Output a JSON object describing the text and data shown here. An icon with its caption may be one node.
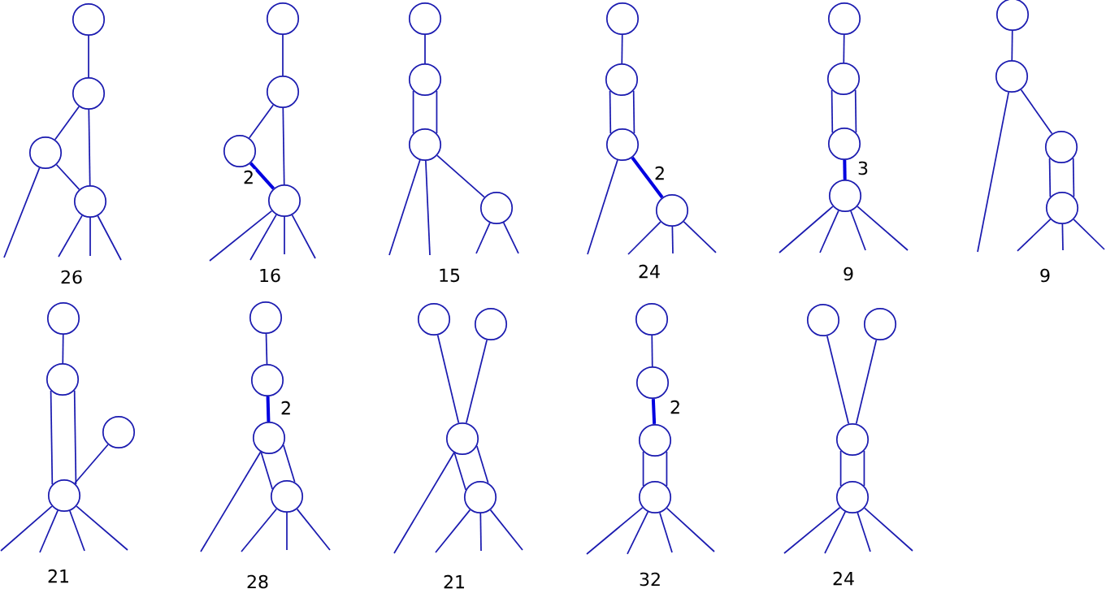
{
  "diagram": {
    "nodes": [
      {
        "text": [],
        "shape": "circle"
      },
      {
        "text": [],
        "shape": "circle"
      },
      {
        "text": [],
        "shape": "circle"
      },
      {
        "text": [],
        "shape": "circle"
      },
      {
        "text": [],
        "shape": "circle"
      },
      {
        "text": [],
        "shape": "circle"
      },
      {
        "text": [],
        "shape": "circle"
      },
      {
        "text": [],
        "shape": "circle"
      },
      {
        "text": [],
        "shape": "circle"
      },
      {
        "text": [],
        "shape": "circle"
      },
      {
        "text": [],
        "shape": "circle"
      },
      {
        "text": [],
        "shape": "circle"
      },
      {
        "text": [],
        "shape": "circle"
      },
      {
        "text": [],
        "shape": "circle"
      },
      {
        "text": [],
        "shape": "circle"
      },
      {
        "text": [],
        "shape": "circle"
      },
      {
        "text": [],
        "shape": "circle"
      },
      {
        "text": [],
        "shape": "circle"
      },
      {
        "text": [],
        "shape": "circle"
      },
      {
        "text": [],
        "shape": "circle"
      },
      {
        "text": [],
        "shape": "circle"
      },
      {
        "text": [],
        "shape": "circle"
      },
      {
        "text": [],
        "shape": "circle"
      },
      {
        "text": [],
        "shape": "circle"
      },
      {
        "text": [],
        "shape": "circle"
      },
      {
        "text": [],
        "shape": "circle"
      },
      {
        "text": [],
        "shape": "circle"
      },
      {
        "text": [],
        "shape": "circle"
      },
      {
        "text": [],
        "shape": "circle"
      },
      {
        "text": [],
        "shape": "circle"
      },
      {
        "text": [],
        "shape": "circle"
      },
      {
        "text": [],
        "shape": "circle"
      },
      {
        "text": [],
        "shape": "circle"
      },
      {
        "text": [],
        "shape": "circle"
      },
      {
        "text": [],
        "shape": "circle"
      },
      {
        "text": [],
        "shape": "circle"
      },
      {
        "text": [],
        "shape": "circle"
      },
      {
        "text": [],
        "shape": "circle"
      },
      {
        "text": [],
        "shape": "circle"
      },
      {
        "text": [],
        "shape": "circle"
      },
      {
        "text": [],
        "shape": "circle"
      },
      {
        "text": [],
        "shape": "circle"
      },
      {
        "text": [],
        "shape": "circle"
      },
      {
        "text": [],
        "shape": "circle"
      }
    ],
    "edges": [
      {
        "from": 0,
        "to": 1,
        "arrow": "none"
      },
      {
        "from": 1,
        "to": 2,
        "arrow": "none"
      },
      {
        "from": 1,
        "to": 3,
        "arrow": "none"
      },
      {
        "from": 2,
        "to": 3,
        "arrow": "none"
      },
      {
        "from": 2,
        "to": null,
        "arrow": "none"
      },
      {
        "from": 3,
        "to": null,
        "arrow": "none"
      },
      {
        "from": 3,
        "to": null,
        "arrow": "none"
      },
      {
        "from": 3,
        "to": null,
        "arrow": "none"
      },
      {
        "from": 4,
        "to": 5,
        "arrow": "none"
      },
      {
        "from": 5,
        "to": 6,
        "arrow": "none"
      },
      {
        "from": 5,
        "to": 7,
        "arrow": "none"
      },
      {
        "from": 6,
        "to": 7,
        "arrow": "none",
        "label": "2",
        "style": "thick",
        "color": "#0000e0"
      },
      {
        "from": 7,
        "to": null,
        "arrow": "none"
      },
      {
        "from": 7,
        "to": null,
        "arrow": "none"
      },
      {
        "from": 7,
        "to": null,
        "arrow": "none"
      },
      {
        "from": 7,
        "to": null,
        "arrow": "none"
      },
      {
        "from": 8,
        "to": 9,
        "arrow": "none"
      },
      {
        "from": 9,
        "to": 10,
        "arrow": "none"
      },
      {
        "from": 9,
        "to": 10,
        "arrow": "none"
      },
      {
        "from": 10,
        "to": 11,
        "arrow": "none"
      },
      {
        "from": 10,
        "to": null,
        "arrow": "none"
      },
      {
        "from": 10,
        "to": null,
        "arrow": "none"
      },
      {
        "from": 11,
        "to": null,
        "arrow": "none"
      },
      {
        "from": 11,
        "to": null,
        "arrow": "none"
      },
      {
        "from": 12,
        "to": 13,
        "arrow": "none"
      },
      {
        "from": 13,
        "to": 14,
        "arrow": "none"
      },
      {
        "from": 13,
        "to": 14,
        "arrow": "none"
      },
      {
        "from": 14,
        "to": 15,
        "arrow": "none",
        "label": "2",
        "style": "thick",
        "color": "#0000e0"
      },
      {
        "from": 14,
        "to": null,
        "arrow": "none"
      },
      {
        "from": 15,
        "to": null,
        "arrow": "none"
      },
      {
        "from": 15,
        "to": null,
        "arrow": "none"
      },
      {
        "from": 15,
        "to": null,
        "arrow": "none"
      },
      {
        "from": 16,
        "to": 17,
        "arrow": "none"
      },
      {
        "from": 17,
        "to": 18,
        "arrow": "none"
      },
      {
        "from": 17,
        "to": 18,
        "arrow": "none"
      },
      {
        "from": 18,
        "to": 19,
        "arrow": "none",
        "label": "3",
        "style": "thick",
        "color": "#0000e0"
      },
      {
        "from": 19,
        "to": null,
        "arrow": "none"
      },
      {
        "from": 19,
        "to": null,
        "arrow": "none"
      },
      {
        "from": 19,
        "to": null,
        "arrow": "none"
      },
      {
        "from": 19,
        "to": null,
        "arrow": "none"
      },
      {
        "from": 20,
        "to": 21,
        "arrow": "none"
      },
      {
        "from": 21,
        "to": 22,
        "arrow": "none"
      },
      {
        "from": 22,
        "to": 23,
        "arrow": "none"
      },
      {
        "from": 22,
        "to": 23,
        "arrow": "none"
      },
      {
        "from": 21,
        "to": null,
        "arrow": "none"
      },
      {
        "from": 23,
        "to": null,
        "arrow": "none"
      },
      {
        "from": 23,
        "to": null,
        "arrow": "none"
      },
      {
        "from": 23,
        "to": null,
        "arrow": "none"
      },
      {
        "from": 24,
        "to": 25,
        "arrow": "none"
      },
      {
        "from": 25,
        "to": 27,
        "arrow": "none"
      },
      {
        "from": 25,
        "to": 27,
        "arrow": "none"
      },
      {
        "from": 26,
        "to": 27,
        "arrow": "none"
      },
      {
        "from": 27,
        "to": null,
        "arrow": "none"
      },
      {
        "from": 27,
        "to": null,
        "arrow": "none"
      },
      {
        "from": 27,
        "to": null,
        "arrow": "none"
      },
      {
        "from": 27,
        "to": null,
        "arrow": "none"
      },
      {
        "from": 28,
        "to": 29,
        "arrow": "none"
      },
      {
        "from": 29,
        "to": 30,
        "arrow": "none",
        "label": "2",
        "style": "thick",
        "color": "#0000e0"
      },
      {
        "from": 30,
        "to": 31,
        "arrow": "none"
      },
      {
        "from": 30,
        "to": 31,
        "arrow": "none"
      },
      {
        "from": 30,
        "to": null,
        "arrow": "none"
      },
      {
        "from": 31,
        "to": null,
        "arrow": "none"
      },
      {
        "from": 31,
        "to": null,
        "arrow": "none"
      },
      {
        "from": 31,
        "to": null,
        "arrow": "none"
      },
      {
        "from": 32,
        "to": 34,
        "arrow": "none"
      },
      {
        "from": 33,
        "to": 34,
        "arrow": "none"
      },
      {
        "from": 34,
        "to": 35,
        "arrow": "none"
      },
      {
        "from": 34,
        "to": 35,
        "arrow": "none"
      },
      {
        "from": 34,
        "to": null,
        "arrow": "none"
      },
      {
        "from": 35,
        "to": null,
        "arrow": "none"
      },
      {
        "from": 35,
        "to": null,
        "arrow": "none"
      },
      {
        "from": 35,
        "to": null,
        "arrow": "none"
      },
      {
        "from": 36,
        "to": 37,
        "arrow": "none"
      },
      {
        "from": 37,
        "to": 38,
        "arrow": "none",
        "label": "2",
        "style": "thick",
        "color": "#0000e0"
      },
      {
        "from": 38,
        "to": 39,
        "arrow": "none"
      },
      {
        "from": 38,
        "to": 39,
        "arrow": "none"
      },
      {
        "from": 39,
        "to": null,
        "arrow": "none"
      },
      {
        "from": 39,
        "to": null,
        "arrow": "none"
      },
      {
        "from": 39,
        "to": null,
        "arrow": "none"
      },
      {
        "from": 39,
        "to": null,
        "arrow": "none"
      },
      {
        "from": 40,
        "to": 42,
        "arrow": "none"
      },
      {
        "from": 41,
        "to": 42,
        "arrow": "none"
      },
      {
        "from": 42,
        "to": 43,
        "arrow": "none"
      },
      {
        "from": 42,
        "to": 43,
        "arrow": "none"
      },
      {
        "from": 43,
        "to": null,
        "arrow": "none"
      },
      {
        "from": 43,
        "to": null,
        "arrow": "none"
      },
      {
        "from": 43,
        "to": null,
        "arrow": "none"
      },
      {
        "from": 43,
        "to": null,
        "arrow": "none"
      }
    ],
    "labels": [
      "26",
      "16",
      "15",
      "24",
      "9",
      "9",
      "21",
      "28",
      "21",
      "32",
      "24"
    ]
  }
}
